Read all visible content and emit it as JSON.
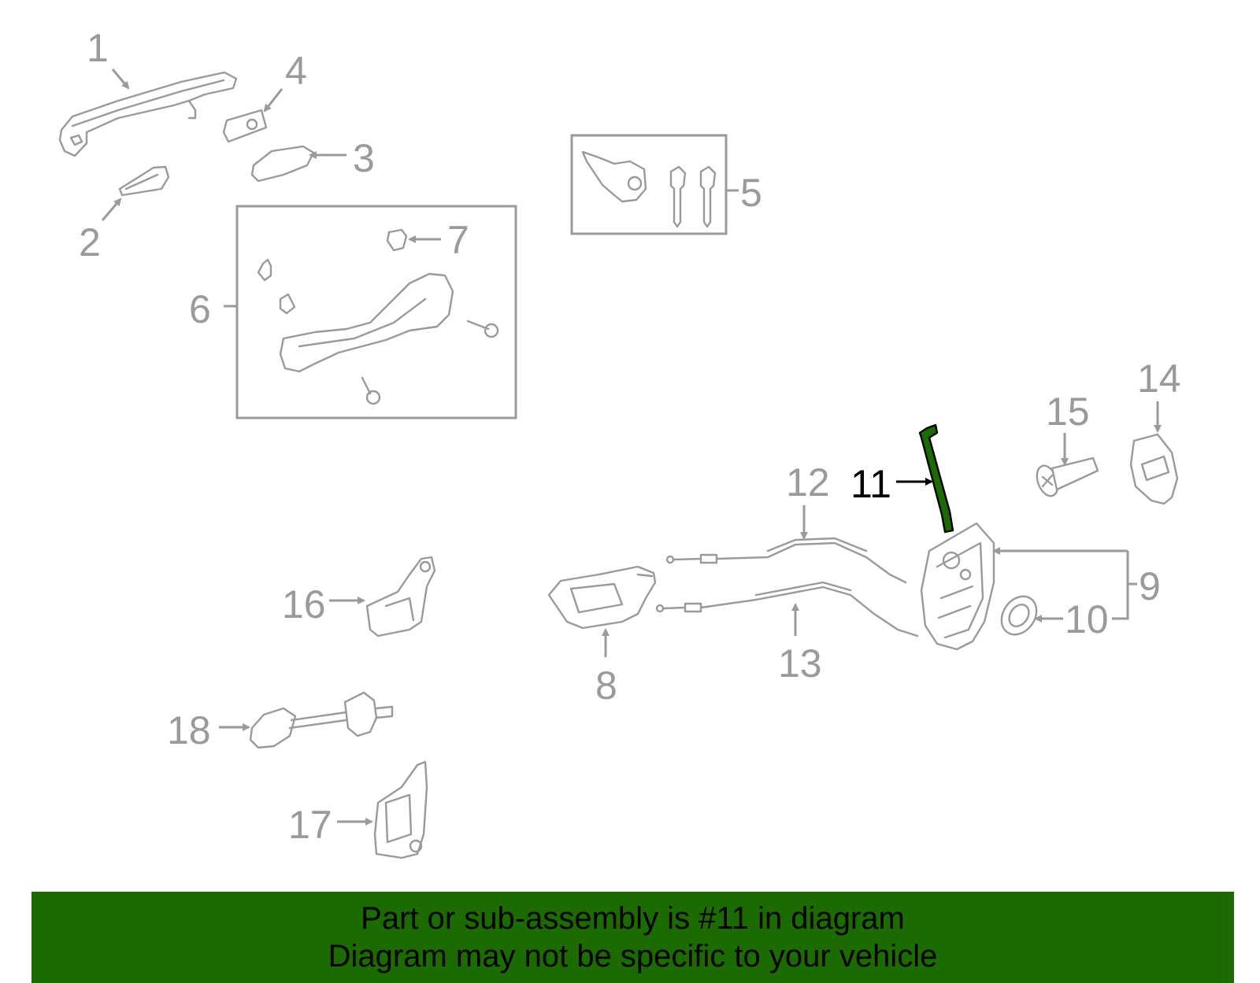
{
  "callouts": {
    "c1": "1",
    "c2": "2",
    "c3": "3",
    "c4": "4",
    "c5": "5",
    "c6": "6",
    "c7": "7",
    "c8": "8",
    "c9": "9",
    "c10": "10",
    "c11": "11",
    "c12": "12",
    "c13": "13",
    "c14": "14",
    "c15": "15",
    "c16": "16",
    "c17": "17",
    "c18": "18"
  },
  "highlight": {
    "part_number": "11",
    "color": "#1c6b00"
  },
  "banner": {
    "line1": "Part or sub-assembly is #11 in diagram",
    "line2": "Diagram may not be specific to your vehicle",
    "background": "#1c6b00"
  }
}
